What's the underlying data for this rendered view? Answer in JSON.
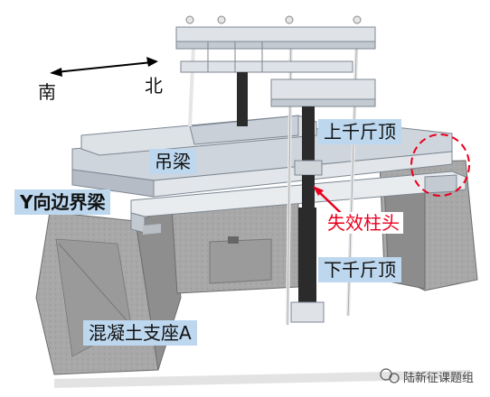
{
  "compass": {
    "south": "南",
    "north": "北"
  },
  "labels": {
    "lifting_beam": "吊梁",
    "y_edge_beam": "Y向边界梁",
    "upper_jack": "上千斤顶",
    "failed_column_head": "失效柱头",
    "lower_jack": "下千斤顶",
    "concrete_support": "混凝土支座A"
  },
  "watermark": "陆新征课题组",
  "colors": {
    "label_bg": "#bdd7ee",
    "highlight": "#e8001c",
    "concrete": "#a9a9a9",
    "steel": "#d9dde2",
    "jack": "#2b2b2b"
  }
}
